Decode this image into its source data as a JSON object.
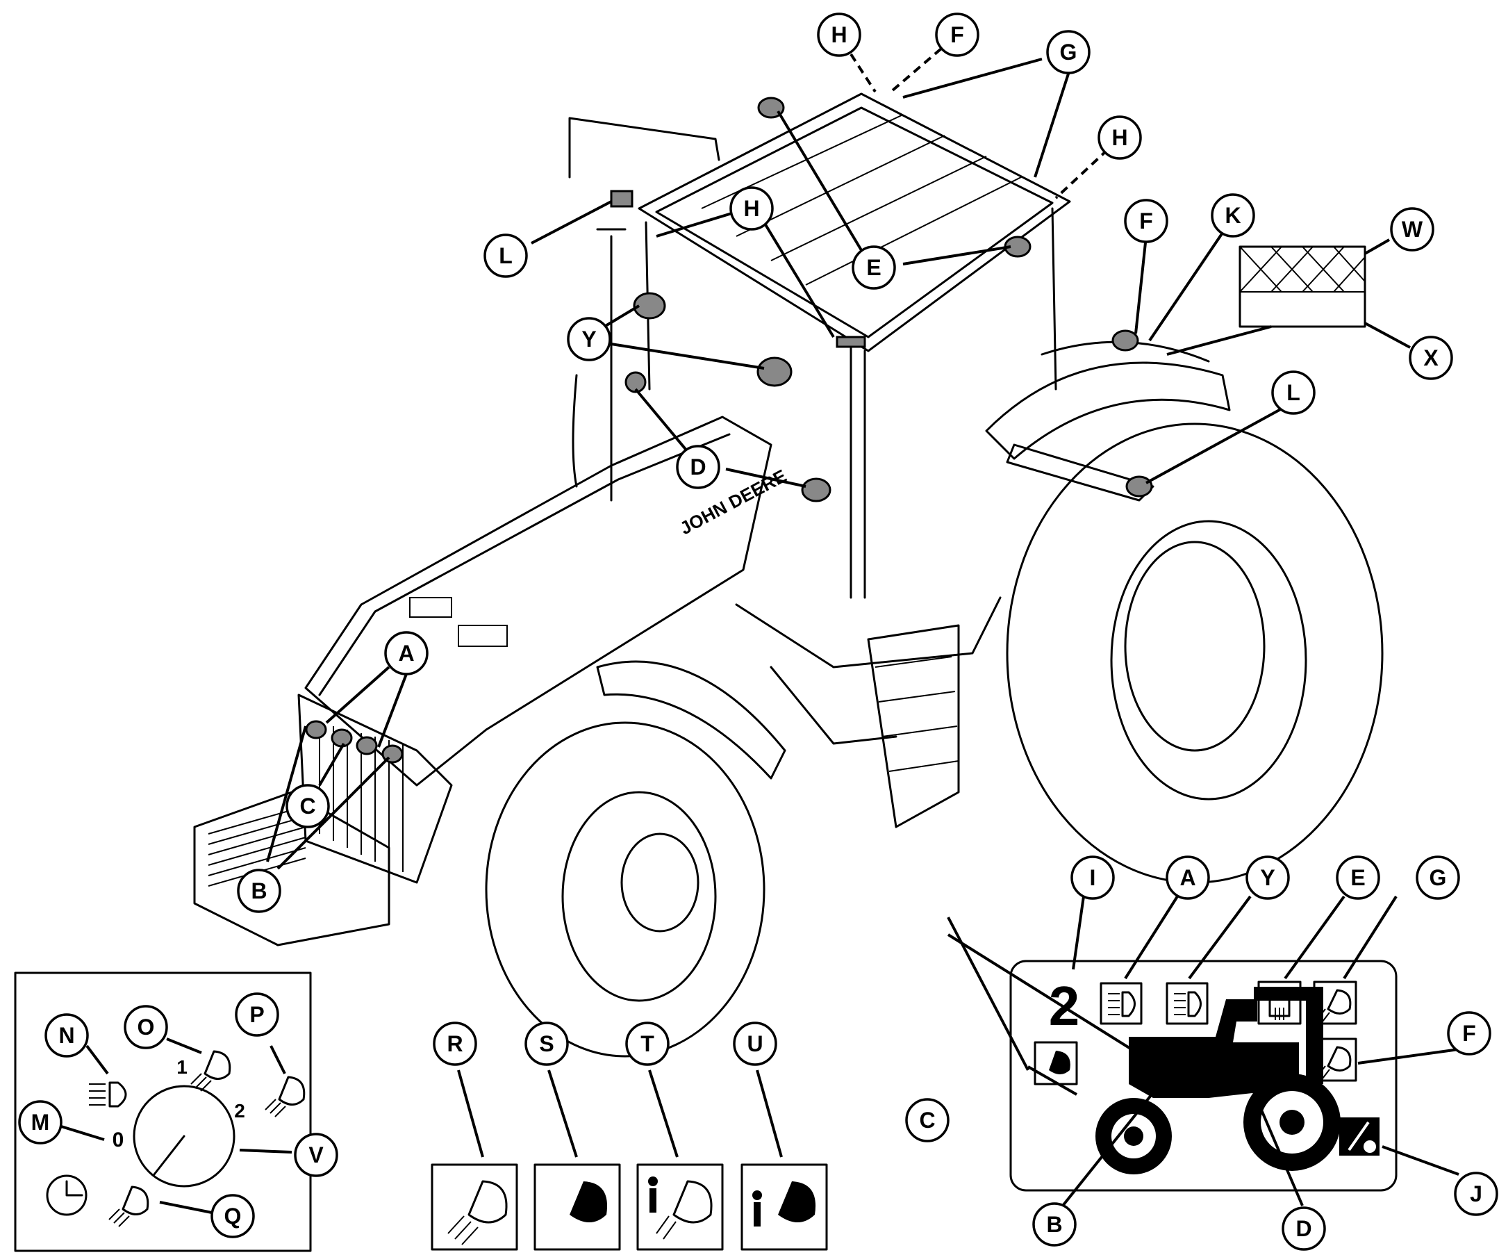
{
  "callouts": {
    "H": "H",
    "F": "F",
    "G": "G",
    "E": "E",
    "L": "L",
    "Y": "Y",
    "D": "D",
    "A": "A",
    "C": "C",
    "B": "B",
    "K": "K",
    "W": "W",
    "X": "X",
    "I": "I",
    "J": "J",
    "N": "N",
    "O": "O",
    "P": "P",
    "M": "M",
    "V": "V",
    "Q": "Q",
    "R": "R",
    "S": "S",
    "T": "T",
    "U": "U"
  },
  "hood_logo": "JOHN DEERE",
  "switch_positions": {
    "p0": "0",
    "p1": "1",
    "p2": "2"
  },
  "panel_display_number": "2",
  "icons": {
    "high_beam": "headlight-high-beam-icon",
    "work_light": "work-light-icon",
    "beacon": "beacon-icon",
    "clock": "clock-icon",
    "solid_light": "solid-light-icon",
    "person_light": "person-light-icon",
    "tractor_outline": "tractor-silhouette-icon"
  }
}
